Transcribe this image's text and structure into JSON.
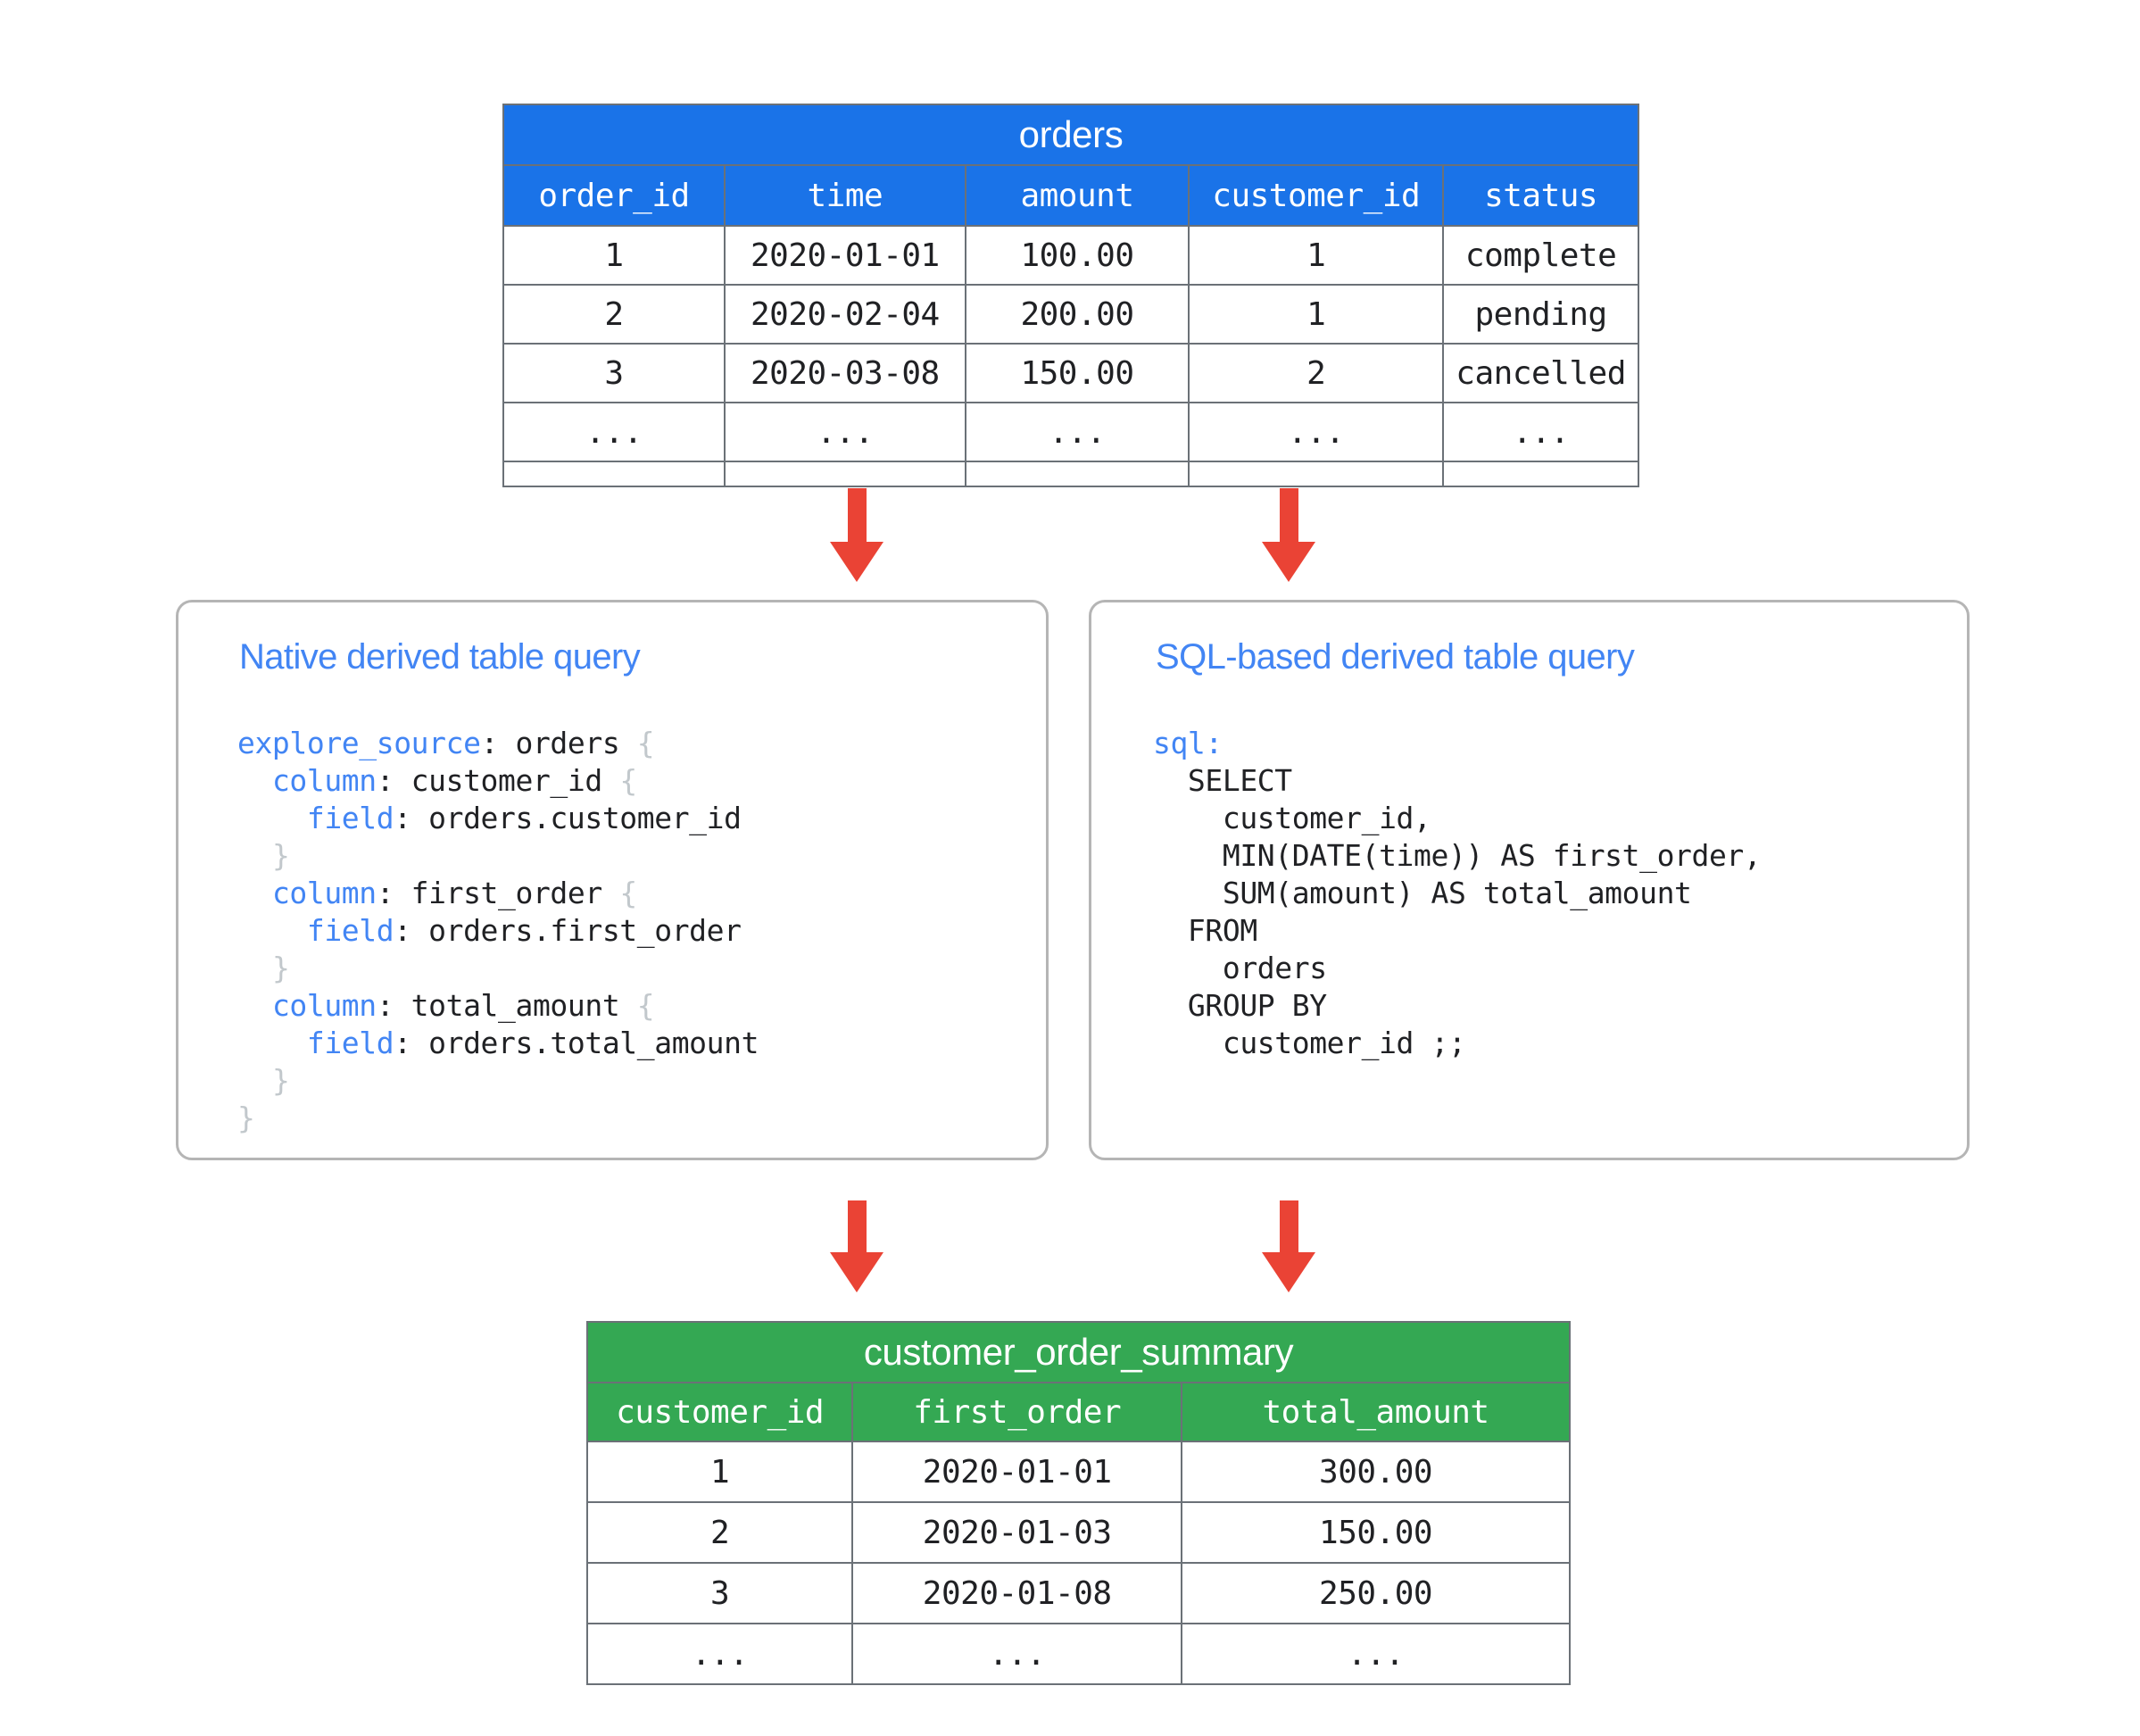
{
  "diagram": {
    "title_hidden": "Looker derived table diagram",
    "accent_blue": "#1a73e8",
    "accent_green": "#34a853",
    "accent_red": "#ea4335",
    "link_blue": "#4285f4",
    "panel_border": "#b5b5b5"
  },
  "source_table": {
    "name": "orders",
    "columns": [
      "order_id",
      "time",
      "amount",
      "customer_id",
      "status"
    ],
    "rows": [
      [
        "1",
        "2020-01-01",
        "100.00",
        "1",
        "complete"
      ],
      [
        "2",
        "2020-02-04",
        "200.00",
        "1",
        "pending"
      ],
      [
        "3",
        "2020-03-08",
        "150.00",
        "2",
        "cancelled"
      ],
      [
        "...",
        "...",
        "...",
        "...",
        "..."
      ]
    ]
  },
  "result_table": {
    "name": "customer_order_summary",
    "columns": [
      "customer_id",
      "first_order",
      "total_amount"
    ],
    "rows": [
      [
        "1",
        "2020-01-01",
        "300.00"
      ],
      [
        "2",
        "2020-01-03",
        "150.00"
      ],
      [
        "3",
        "2020-01-08",
        "250.00"
      ],
      [
        "...",
        "...",
        "..."
      ]
    ]
  },
  "panels": [
    {
      "id": "native",
      "title": "Native derived table query",
      "code_lines": [
        [
          {
            "t": "explore_source",
            "c": "kw"
          },
          {
            "t": ": orders ",
            "c": ""
          },
          {
            "t": "{",
            "c": "brc"
          }
        ],
        [
          {
            "t": "  ",
            "c": ""
          },
          {
            "t": "column",
            "c": "kw"
          },
          {
            "t": ": customer_id ",
            "c": ""
          },
          {
            "t": "{",
            "c": "brc"
          }
        ],
        [
          {
            "t": "    ",
            "c": ""
          },
          {
            "t": "field",
            "c": "kw"
          },
          {
            "t": ": orders.customer_id",
            "c": ""
          }
        ],
        [
          {
            "t": "  ",
            "c": ""
          },
          {
            "t": "}",
            "c": "brc"
          }
        ],
        [
          {
            "t": "  ",
            "c": ""
          },
          {
            "t": "column",
            "c": "kw"
          },
          {
            "t": ": first_order ",
            "c": ""
          },
          {
            "t": "{",
            "c": "brc"
          }
        ],
        [
          {
            "t": "    ",
            "c": ""
          },
          {
            "t": "field",
            "c": "kw"
          },
          {
            "t": ": orders.first_order",
            "c": ""
          }
        ],
        [
          {
            "t": "  ",
            "c": ""
          },
          {
            "t": "}",
            "c": "brc"
          }
        ],
        [
          {
            "t": "  ",
            "c": ""
          },
          {
            "t": "column",
            "c": "kw"
          },
          {
            "t": ": total_amount ",
            "c": ""
          },
          {
            "t": "{",
            "c": "brc"
          }
        ],
        [
          {
            "t": "    ",
            "c": ""
          },
          {
            "t": "field",
            "c": "kw"
          },
          {
            "t": ": orders.total_amount",
            "c": ""
          }
        ],
        [
          {
            "t": "  ",
            "c": ""
          },
          {
            "t": "}",
            "c": "brc"
          }
        ],
        [
          {
            "t": "}",
            "c": "brc"
          }
        ]
      ]
    },
    {
      "id": "sql",
      "title": "SQL-based derived table query",
      "code_lines": [
        [
          {
            "t": "sql",
            "c": "kw"
          },
          {
            "t": ":",
            "c": "kw"
          }
        ],
        [
          {
            "t": "  SELECT",
            "c": ""
          }
        ],
        [
          {
            "t": "    customer_id,",
            "c": ""
          }
        ],
        [
          {
            "t": "    MIN(DATE(time)) AS first_order,",
            "c": ""
          }
        ],
        [
          {
            "t": "    SUM(amount) AS total_amount",
            "c": ""
          }
        ],
        [
          {
            "t": "  FROM",
            "c": ""
          }
        ],
        [
          {
            "t": "    orders",
            "c": ""
          }
        ],
        [
          {
            "t": "  GROUP BY",
            "c": ""
          }
        ],
        [
          {
            "t": "    customer_id ;;",
            "c": ""
          }
        ]
      ]
    }
  ],
  "arrows": [
    {
      "name": "arrow-orders-to-native",
      "direction": "down"
    },
    {
      "name": "arrow-orders-to-sql",
      "direction": "down"
    },
    {
      "name": "arrow-native-to-summary",
      "direction": "down"
    },
    {
      "name": "arrow-sql-to-summary",
      "direction": "down"
    }
  ]
}
